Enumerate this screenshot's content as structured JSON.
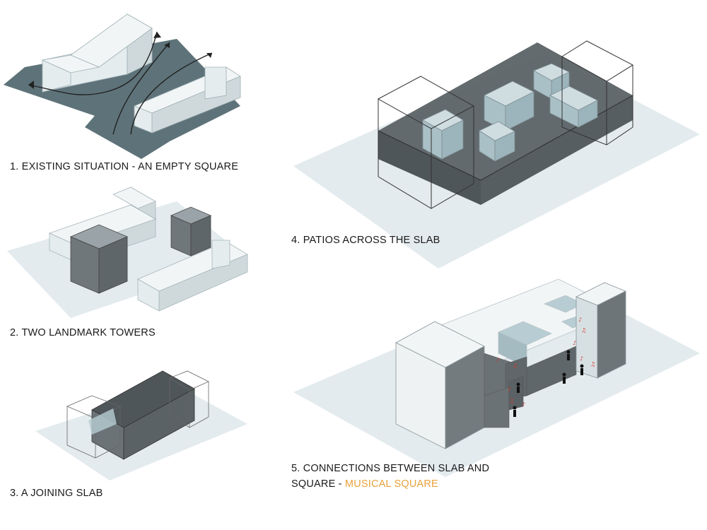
{
  "colors": {
    "ground": "#dbe5e8",
    "ground_dark": "#5e7379",
    "slab": "#5f6669",
    "block_top": "#f2f5f6",
    "block_side": "#cfd9dc",
    "block_front": "#e4ecee",
    "tower": "#7b8387",
    "glass": "#b7cdd3",
    "accent": "#e8a13a",
    "note": "#d9342b"
  },
  "steps": [
    {
      "caption": "1. EXISTING SITUATION - AN EMPTY SQUARE"
    },
    {
      "caption": "2. TWO LANDMARK TOWERS"
    },
    {
      "caption": "3. A JOINING SLAB"
    },
    {
      "caption": "4. PATIOS ACROSS THE SLAB"
    },
    {
      "caption_line1": "5. CONNECTIONS BETWEEN SLAB AND",
      "caption_line2_prefix": "SQUARE - ",
      "caption_line2_accent": "MUSICAL SQUARE"
    }
  ]
}
